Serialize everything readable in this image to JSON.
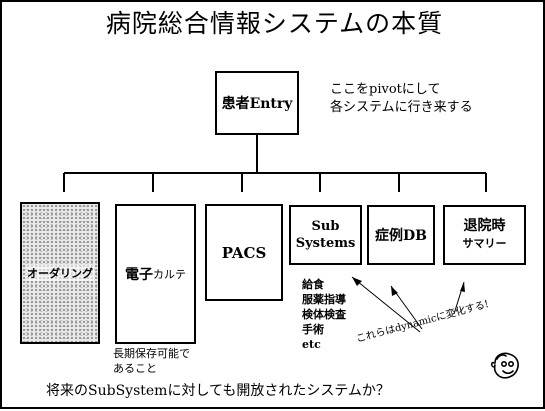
{
  "slide": {
    "title": "病院総合情報システムの本質",
    "root_label": "患者Entry",
    "pivot_note": [
      "ここをpivotにして",
      "各システムに行き来する"
    ],
    "systems": {
      "ordering": "オーダリング",
      "karte_bold": "電子",
      "karte_small": "カルテ",
      "pacs": "PACS",
      "subsystems_line1": "Sub",
      "subsystems_line2": "Systems",
      "case_db": "症例DB",
      "discharge_line1": "退院時",
      "discharge_line2": "サマリー"
    },
    "subsystem_examples": [
      "給食",
      "服薬指導",
      "検体検査",
      "手術",
      "etc"
    ],
    "retention_note": [
      "長期保存可能で",
      "あること"
    ],
    "dynamic_note": "これらはdynamicに変化する!",
    "footer": "将来のSubSystemに対しても開放されたシステムか？"
  }
}
